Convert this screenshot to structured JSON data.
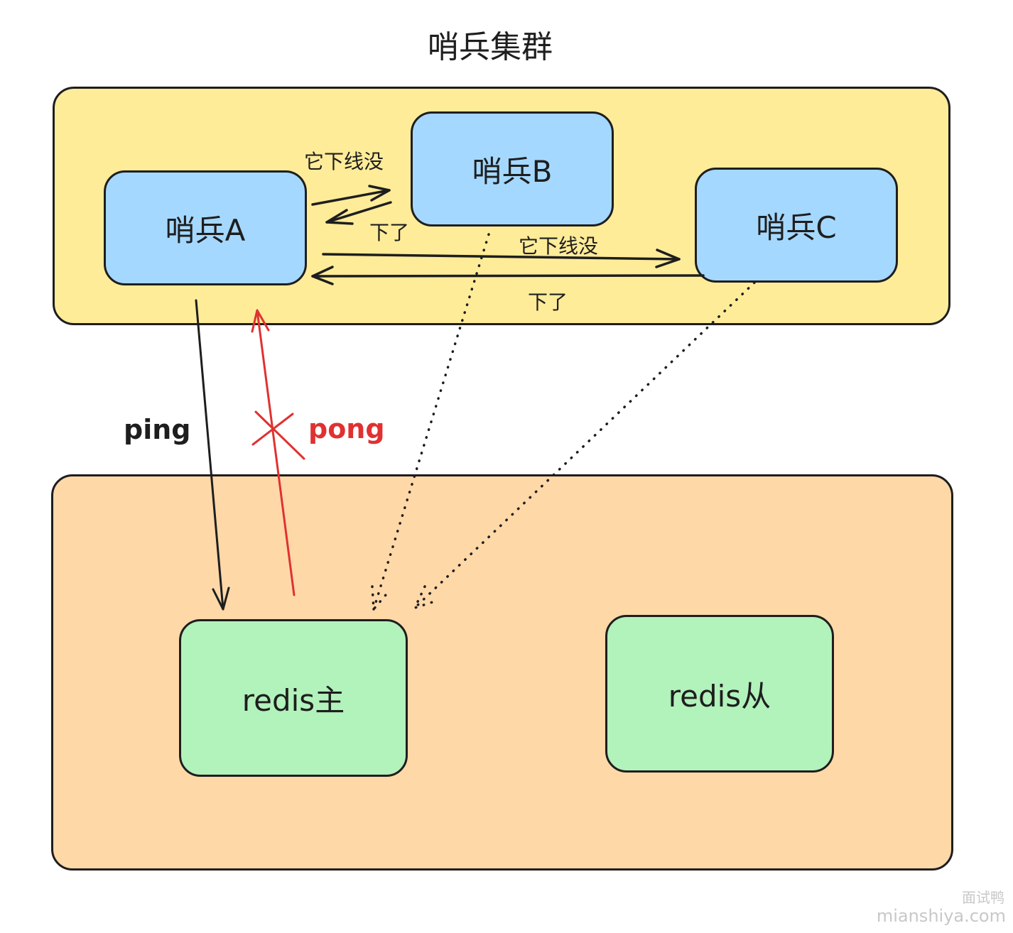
{
  "title": "哨兵集群",
  "colors": {
    "sentinel_group_fill": "#ffec99",
    "redis_group_fill": "#ffd8a8",
    "sentinel_node_fill": "#a5d8ff",
    "redis_node_fill": "#b2f2bb",
    "stroke": "#1e1e1e",
    "failed_stroke": "#e03131"
  },
  "sentinel_group": {
    "nodes": [
      {
        "id": "A",
        "label": "哨兵A"
      },
      {
        "id": "B",
        "label": "哨兵B"
      },
      {
        "id": "C",
        "label": "哨兵C"
      }
    ]
  },
  "redis_group": {
    "nodes": [
      {
        "id": "master",
        "label": "redis主"
      },
      {
        "id": "slave",
        "label": "redis从"
      }
    ]
  },
  "edges": {
    "a_to_b_question": "它下线没",
    "b_to_a_answer": "下了",
    "a_to_c_question": "它下线没",
    "c_to_a_answer": "下了",
    "ping": "ping",
    "pong": "pong"
  },
  "watermark": {
    "line1": "面试鸭",
    "line2": "mianshiya.com"
  }
}
